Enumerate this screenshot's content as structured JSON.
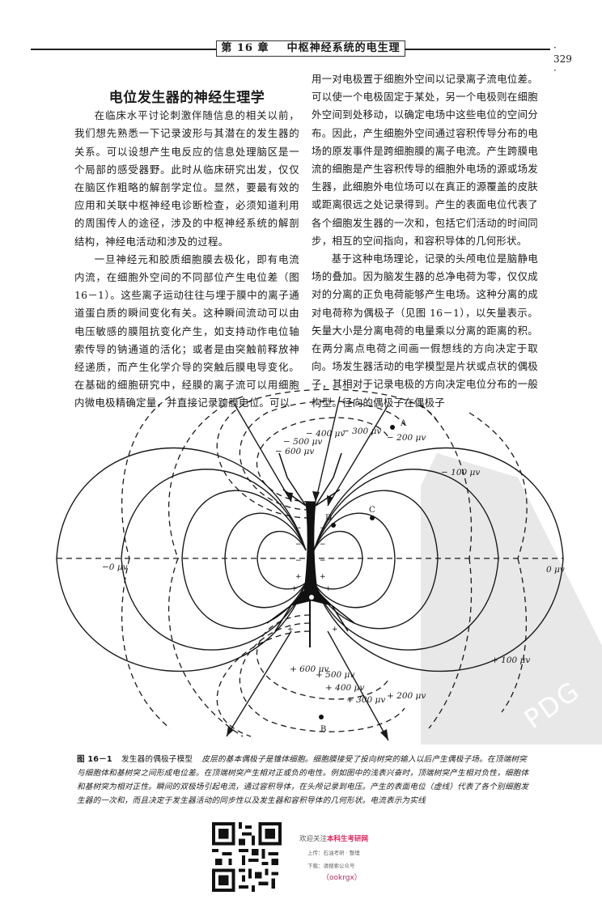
{
  "header": {
    "chapter": "第 16 章",
    "chapter_title": "中枢神经系统的电生理",
    "page_number": "· 329 ·"
  },
  "section": {
    "title": "电位发生器的神经生理学"
  },
  "left_column": {
    "paragraphs": [
      "在临床水平讨论刺激伴随信息的相关以前，我们想先熟悉一下记录波形与其潜在的发生器的关系。可以设想产生电反应的信息处理脑区是一个局部的感受器野。此时从临床研究出发，仅仅在脑区作粗略的解剖学定位。显然，要最有效的应用和关联中枢神经电诊断检查，必须知道利用的周围传人的途径，涉及的中枢神经系统的解剖结构，神经电活动和涉及的过程。",
      "一旦神经元和胶质细胞膜去极化，即有电流内流，在细胞外空间的不同部位产生电位差（图 16－1）。这些离子运动往往与埋于膜中的离子通道蛋白质的瞬间变化有关。这种瞬间流动可以由电压敏感的膜阻抗变化产生，如支持动作电位轴索传导的钠通道的活化；或者是由突触前释放神经递质，而产生化学介导的突触后膜电导变化。在基础的细胞研究中，经膜的离子流可以用细胞内微电极精确定量，并直接记录跨膜电位。可以"
    ]
  },
  "right_column": {
    "paragraphs": [
      "用一对电极置于细胞外空间以记录离子流电位差。可以使一个电极固定于某处，另一个电极则在细胞外空间到处移动，以确定电场中这些电位的空间分布。因此，产生细胞外空间通过容积传导分布的电场的原发事件是跨细胞膜的离子电流。产生跨膜电流的细胞是产生容积传导的细胞外电场的源或场发生器，此细胞外电位场可以在真正的源覆盖的皮肤或距离很远之处记录得到。产生的表面电位代表了各个细胞发生器的一次和，包括它们活动的时间同步，相互的空间指向，和容积导体的几何形状。",
      "基于这种电场理论，记录的头颅电位是脑静电场的叠加。因为脑发生器的总净电荷为零，仅仅成对的分离的正负电荷能够产生电场。这种分离的成对电荷称为偶极子（见图 16－1），以矢量表示。矢量大小是分离电荷的电量乘以分离的距离的积。在两分离点电荷之间画一假想线的方向决定于取向。场发生器活动的电学模型是片状或点状的偶极子，其相对于记录电极的方向决定电位分布的一般构型。径向的偶极子在偶极子"
    ]
  },
  "figure": {
    "id": "16-1",
    "potential_labels": {
      "neg300": "− 300 μv",
      "neg400": "− 400 μv",
      "neg500": "− 500 μv",
      "neg600": "− 600 μv",
      "neg200": "− 200 μv",
      "neg100": "− 100 μv",
      "zero_left": "−0 μv",
      "zero_right": "0 μv",
      "pos100": "+ 100 μv",
      "pos200": "+ 200 μv",
      "pos300": "+ 300 μv",
      "pos400": "+ 400 μv",
      "pos500": "+ 500 μv",
      "pos600": "+ 600 μv"
    },
    "points": {
      "A": "A",
      "B": "B",
      "C": "C",
      "D": "D"
    },
    "legend": {
      "isopotential_lines": "dashed",
      "current_lines": "solid"
    }
  },
  "caption": {
    "number": "图 16－1",
    "title": "发生器的偶极子模型",
    "text": "皮层的基本偶极子是锥体细胞。细胞膜接受了投向树突的输入以后产生偶极子场。在顶端树突与细胞体和基树突之间形成电位差。在顶端树突产生相对正或负的电性。例如图中的浅表兴奋时，顶端树突产生相对负性，细胞体和基树突为相对正性。瞬间的双极场引起电流，通过容积导体，在头颅记录到电压。产生的表面电位（虚线）代表了各个别细胞发生器的一次和，而且决定于发生器活动的同步性以及发生器和容积导体的几何形状。电流表示为实线"
  },
  "watermark": {
    "text": "PDG"
  },
  "promo": {
    "line1_prefix": "欢迎关注",
    "line1_highlight": "本科生考研网",
    "line2": "上传：石油考研 · 整理",
    "line3": "下载：请搜索公众号",
    "line4": "（ookrgx）"
  }
}
